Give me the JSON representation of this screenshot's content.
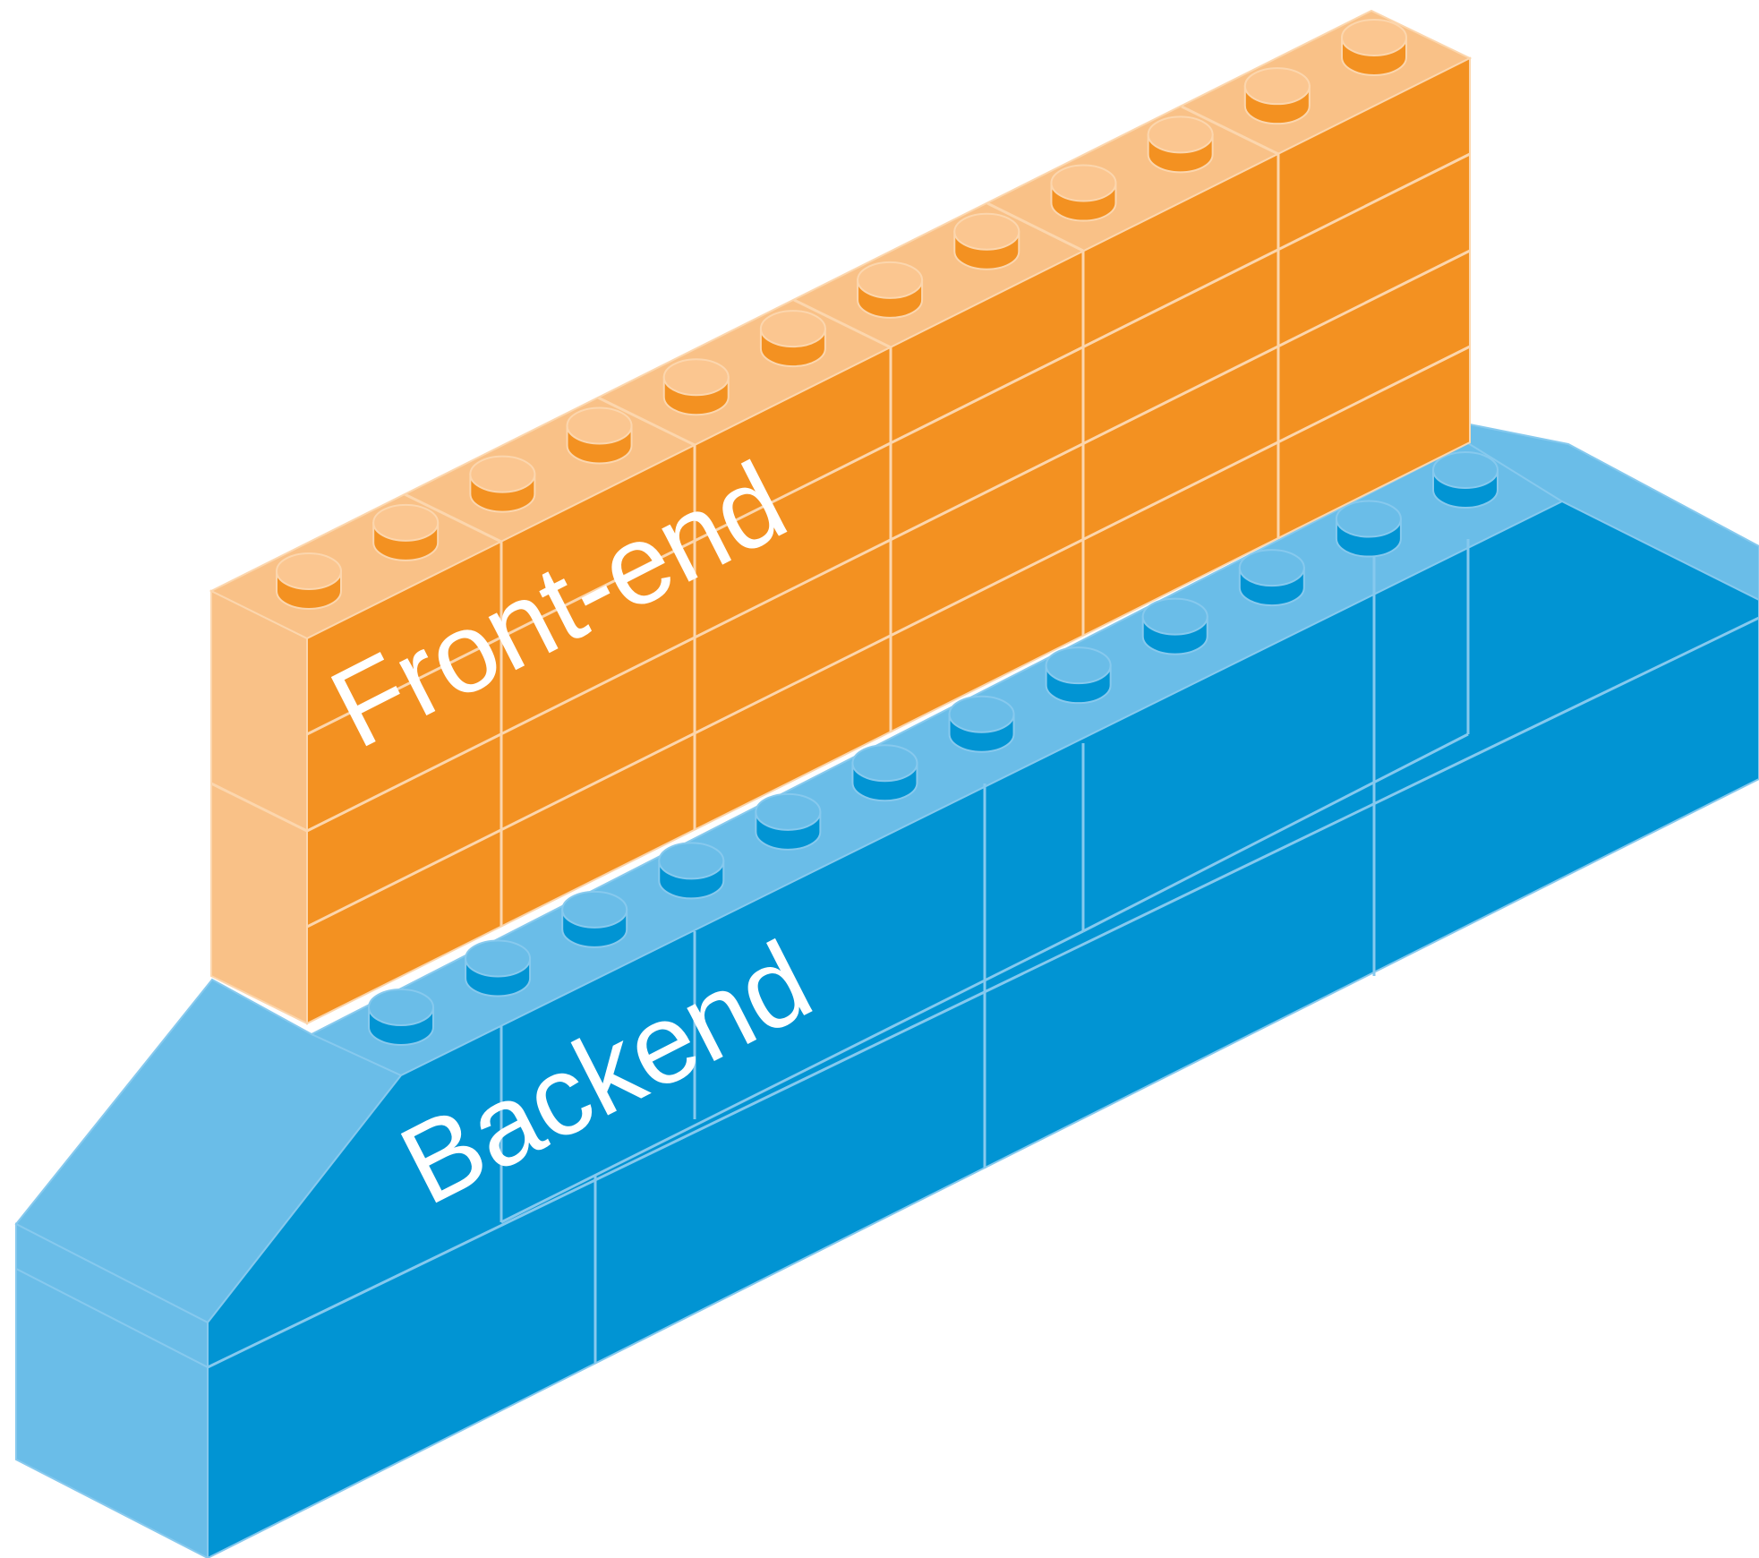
{
  "layers": [
    {
      "id": "frontend",
      "label": "Front-end"
    },
    {
      "id": "backend",
      "label": "Backend"
    }
  ],
  "colors": {
    "frontend_front": "#f39121",
    "frontend_light": "#f9c187",
    "frontend_stud_top": "#fbc690",
    "frontend_line": "#fcd6ad",
    "backend_front": "#0194d3",
    "backend_light": "#6abde8",
    "backend_line": "#86c9ee",
    "label": "#ffffff",
    "background": "#ffffff"
  }
}
